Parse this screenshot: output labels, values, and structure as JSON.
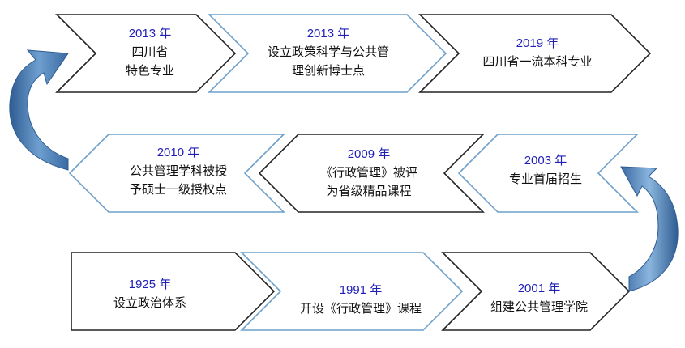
{
  "colors": {
    "chevron_dark_stroke": "#222222",
    "chevron_blue_stroke": "#6fa0cc",
    "chevron_fill": "#ffffff",
    "year_text": "#1f1fb8",
    "arrow_fill": "#4f7fb8",
    "arrow_light": "#9cc0e2",
    "arrow_dark": "#2f5c92"
  },
  "rows": {
    "top": [
      {
        "year": "2013 年",
        "lines": [
          "四川省",
          "特色专业"
        ]
      },
      {
        "year": "2013 年",
        "lines": [
          "设立政策科学与公共管",
          "理创新博士点"
        ]
      },
      {
        "year": "2019 年",
        "lines": [
          "四川省一流本科专业"
        ]
      }
    ],
    "middle": [
      {
        "year": "2010 年",
        "lines": [
          "公共管理学科被授",
          "予硕士一级授权点"
        ]
      },
      {
        "year": "2009 年",
        "lines": [
          "《行政管理》被评",
          "为省级精品课程"
        ]
      },
      {
        "year": "2003 年",
        "lines": [
          "专业首届招生"
        ]
      }
    ],
    "bottom": [
      {
        "year": "1925 年",
        "lines": [
          "设立政治体系"
        ]
      },
      {
        "year": "1991 年",
        "lines": [
          "开设《行政管理》课程"
        ]
      },
      {
        "year": "2001 年",
        "lines": [
          "组建公共管理学院"
        ]
      }
    ]
  }
}
